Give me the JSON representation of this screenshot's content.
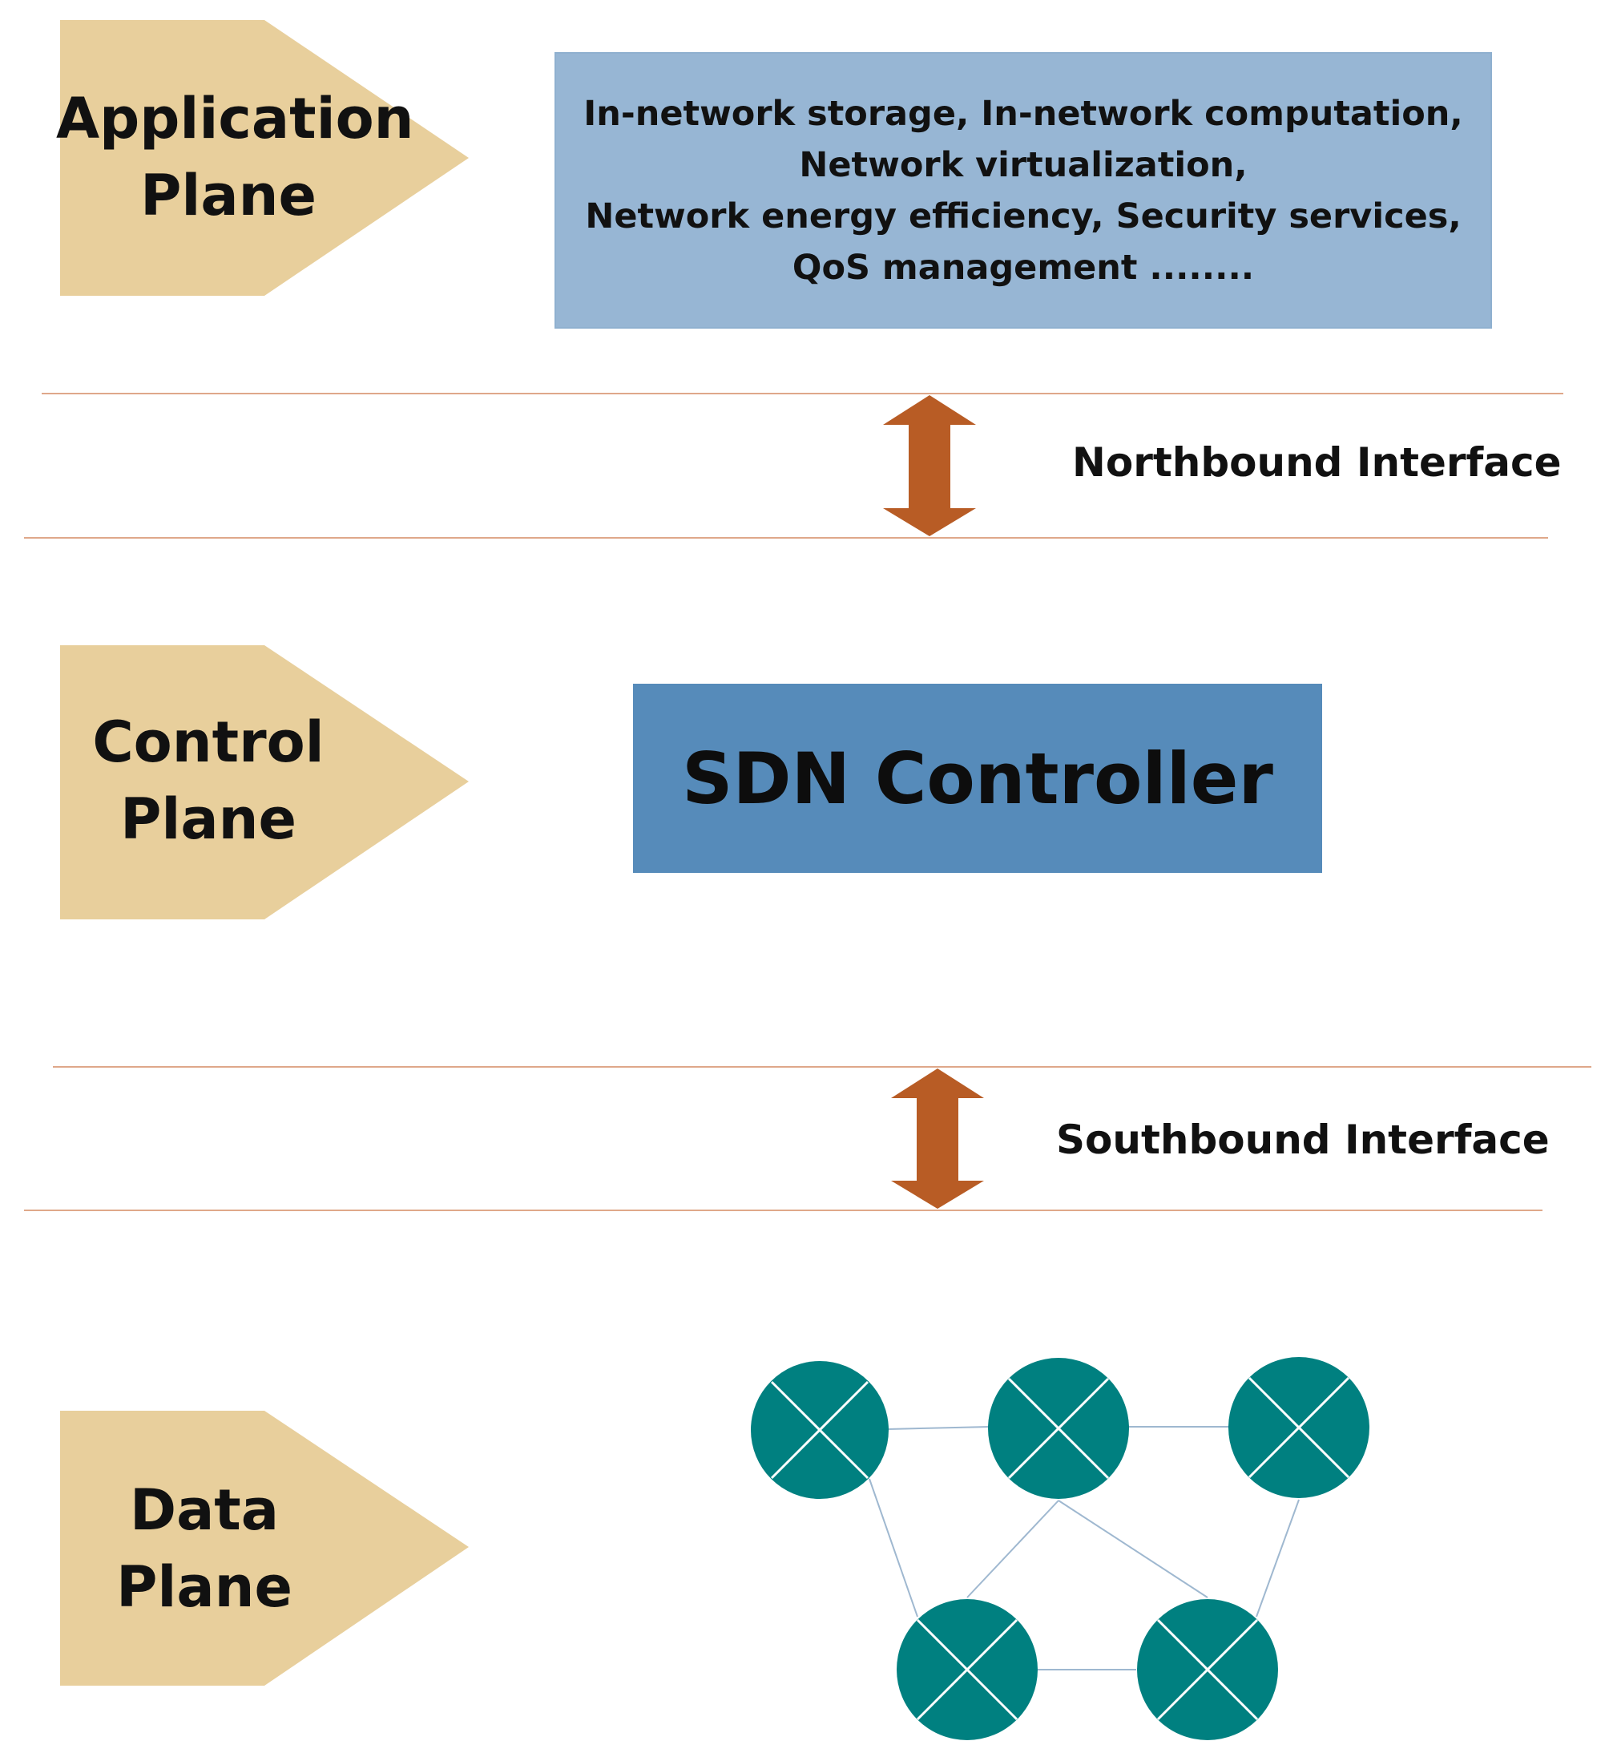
{
  "planes": {
    "application": {
      "line1": "Application",
      "line2": "Plane"
    },
    "control": {
      "line1": "Control",
      "line2": "Plane"
    },
    "data": {
      "line1": "Data",
      "line2": "Plane"
    }
  },
  "application_box": {
    "lines": [
      "In-network storage, In-network computation,",
      "Network virtualization,",
      "Network energy efficiency, Security services,",
      "QoS management ........"
    ]
  },
  "controller": {
    "label": "SDN Controller"
  },
  "interfaces": {
    "northbound": "Northbound Interface",
    "southbound": "Southbound Interface"
  },
  "colors": {
    "plane_arrow": "#e8cf9c",
    "app_box": "#97b6d4",
    "controller_box": "#568bba",
    "interface_arrow": "#b85c25",
    "divider_line": "#dfa88a",
    "switch_node": "#008080",
    "link_line": "#9fb8d0"
  },
  "icons": {
    "switch": "switch-node-icon",
    "double_arrow": "double-arrow-icon"
  }
}
